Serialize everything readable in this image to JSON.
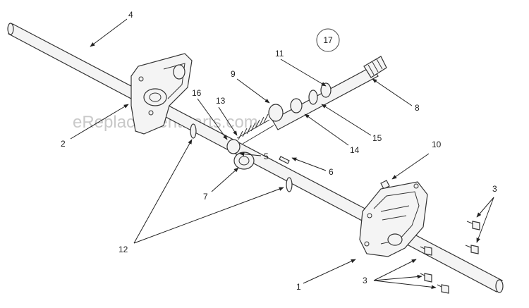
{
  "watermark": "eReplacementParts.com",
  "group_label": "17",
  "callouts": {
    "c1": "1",
    "c2": "2",
    "c3a": "3",
    "c3b": "3",
    "c4": "4",
    "c5": "5",
    "c6": "6",
    "c7": "7",
    "c8": "8",
    "c9": "9",
    "c10": "10",
    "c11": "11",
    "c12": "12",
    "c13": "13",
    "c14": "14",
    "c15": "15",
    "c16": "16"
  }
}
